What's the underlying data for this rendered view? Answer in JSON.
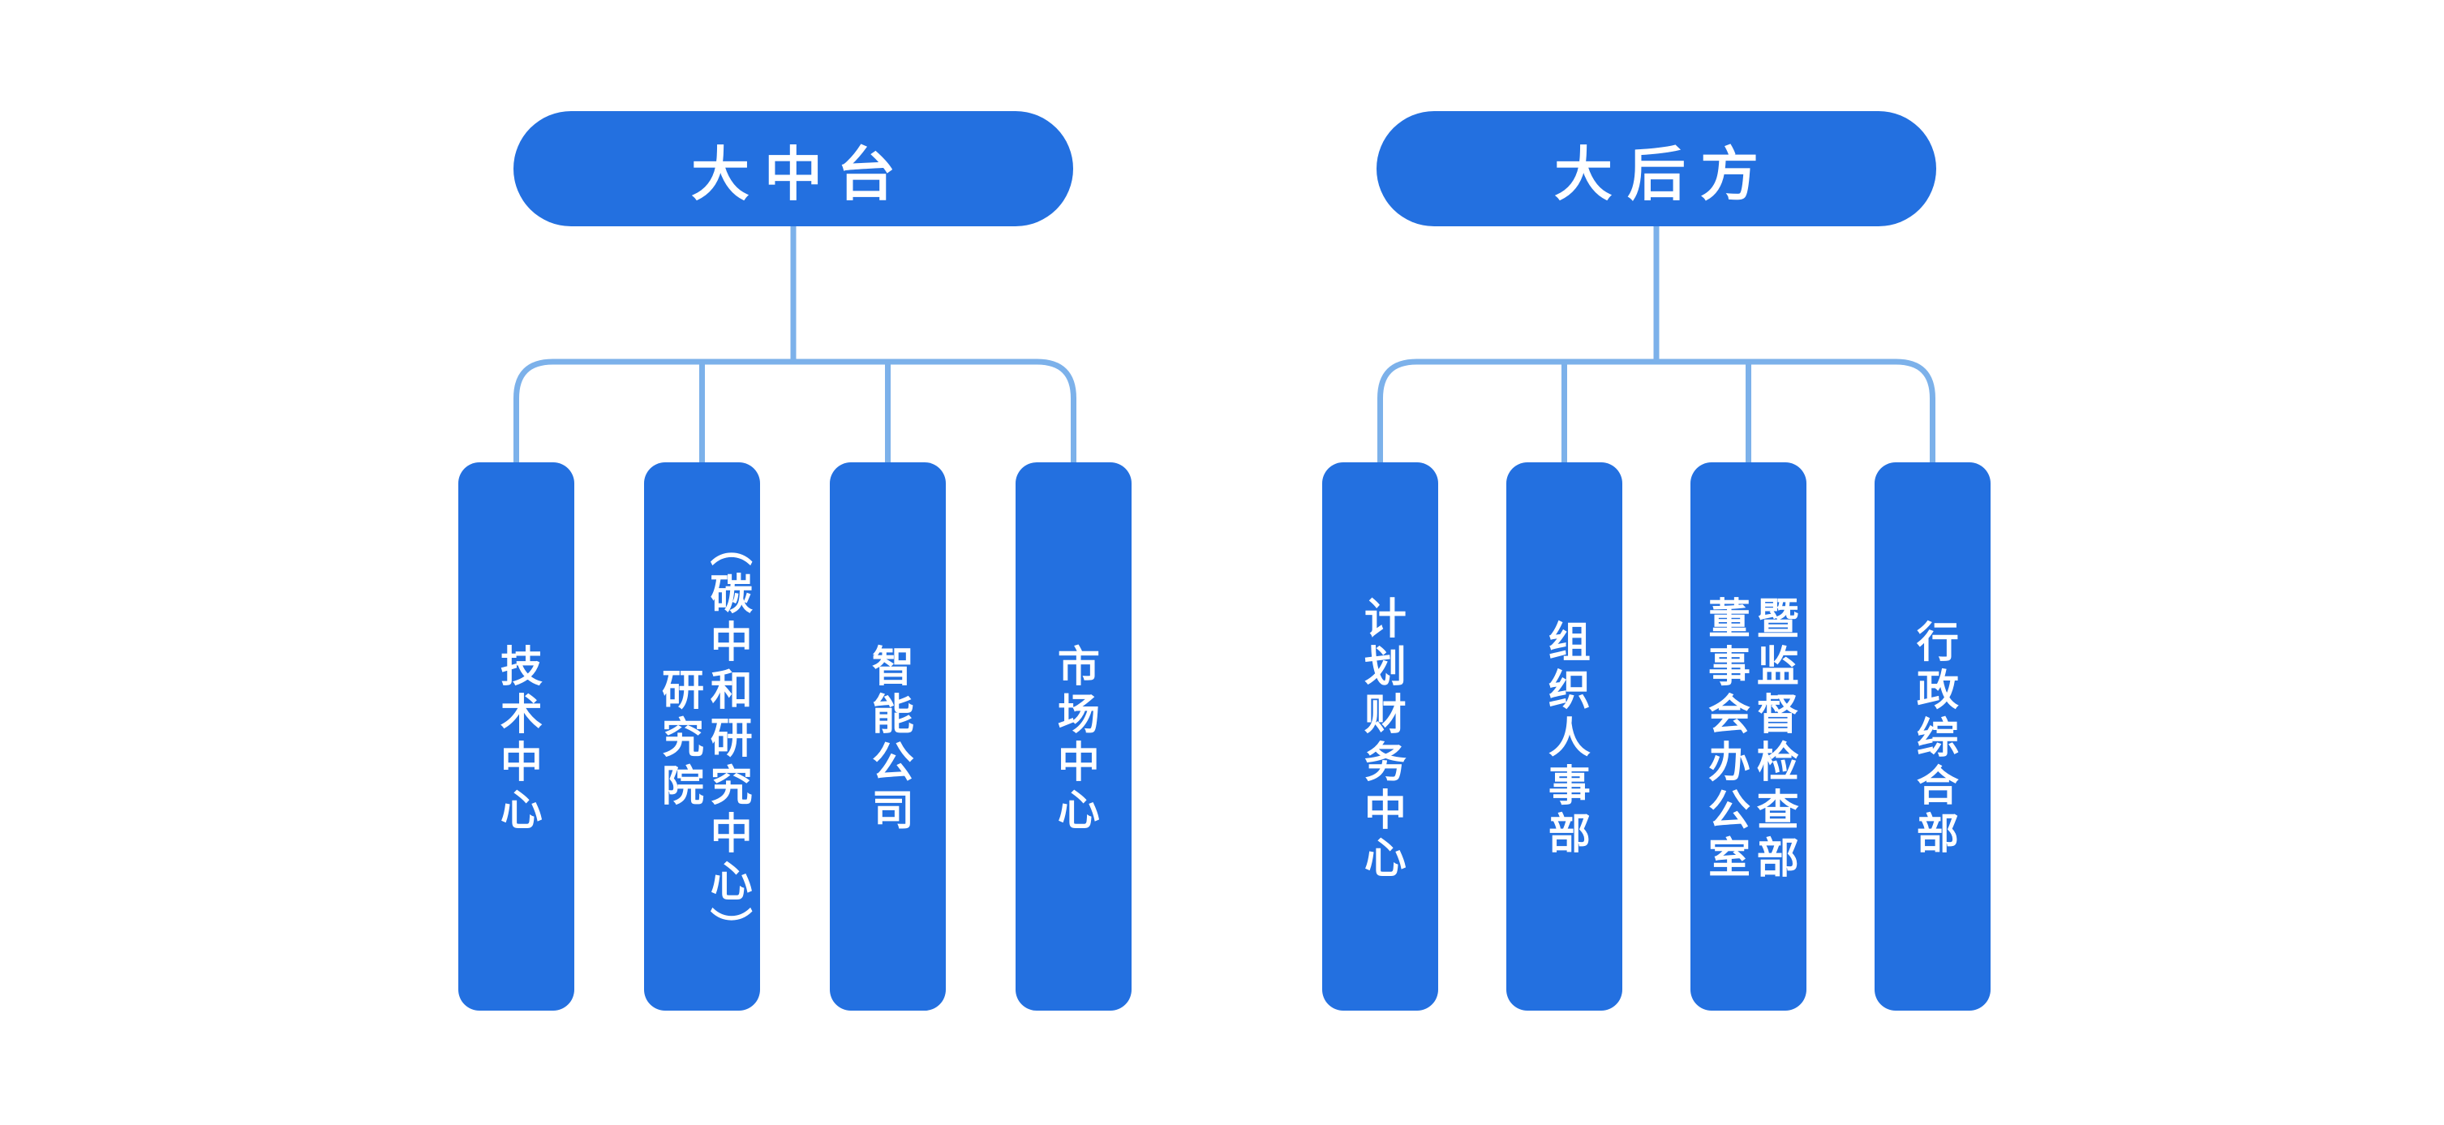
{
  "diagram": {
    "background_color": "#ffffff",
    "node_color": "#2370e0",
    "connector_color": "#7cb1ea",
    "text_color": "#ffffff",
    "groups": [
      {
        "parent": {
          "label": "大中台"
        },
        "children": [
          {
            "label": "技术中心"
          },
          {
            "label": "研究院\n（碳中和研究中心）"
          },
          {
            "label": "智能公司"
          },
          {
            "label": "市场中心"
          }
        ]
      },
      {
        "parent": {
          "label": "大后方"
        },
        "children": [
          {
            "label": "计划财务中心"
          },
          {
            "label": "组织人事部"
          },
          {
            "label": "董事会办公室\n暨监督检查部"
          },
          {
            "label": "行政综合部"
          }
        ]
      }
    ]
  }
}
